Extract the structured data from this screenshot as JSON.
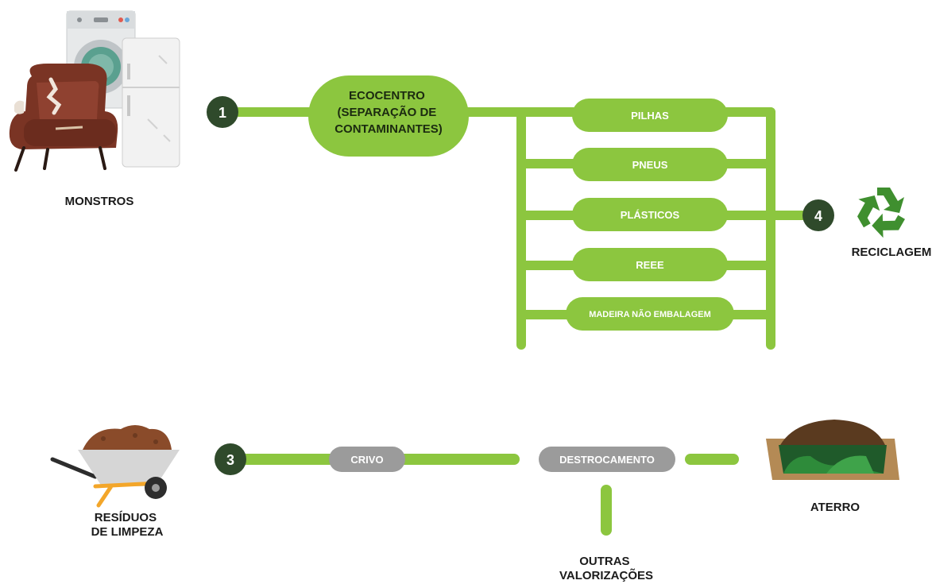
{
  "colors": {
    "green": "#8cc63f",
    "dark_green": "#2f4a2b",
    "gray": "#9b9b9b",
    "text": "#1b1b1b",
    "white": "#ffffff"
  },
  "top_flow": {
    "source": {
      "label": "MONSTROS",
      "icon": "bulky-waste-icon"
    },
    "step_number": "1",
    "ecocentro": {
      "lines": [
        "ECOCENTRO",
        "(SEPARAÇÃO DE",
        "CONTAMINANTES)"
      ]
    },
    "materials": [
      "PILHAS",
      "PNEUS",
      "PLÁSTICOS",
      "REEE",
      "MADEIRA NÃO EMBALAGEM"
    ],
    "output_number": "4",
    "output": {
      "label": "RECICLAGEM",
      "icon": "recycle-icon"
    }
  },
  "bottom_flow": {
    "source": {
      "lines": [
        "RESÍDUOS",
        "DE LIMPEZA"
      ],
      "icon": "wheelbarrow-icon"
    },
    "step_number": "3",
    "steps": [
      "CRIVO",
      "DESTROCAMENTO"
    ],
    "landfill": {
      "label": "ATERRO",
      "icon": "landfill-icon"
    },
    "other": {
      "lines": [
        "OUTRAS",
        "VALORIZAÇÕES"
      ]
    }
  }
}
